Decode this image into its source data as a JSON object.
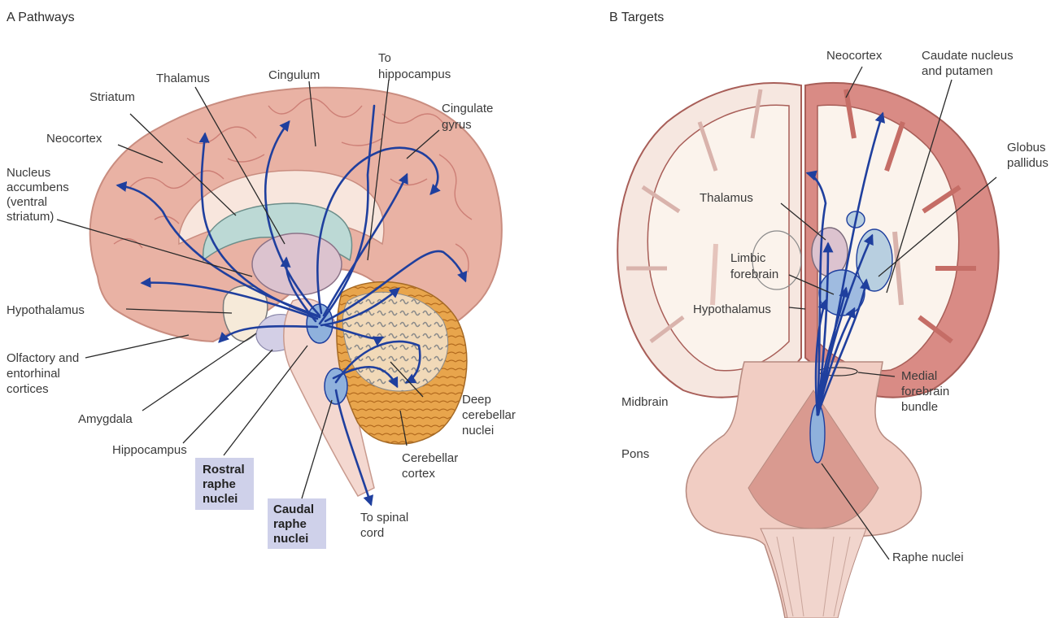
{
  "panel_a": {
    "title": "A  Pathways",
    "labels": {
      "thalamus": "Thalamus",
      "cingulum": "Cingulum",
      "to_hippocampus_1": "To",
      "to_hippocampus_2": "hippocampus",
      "striatum": "Striatum",
      "cingulate_1": "Cingulate",
      "cingulate_2": "gyrus",
      "neocortex": "Neocortex",
      "accumbens_1": "Nucleus",
      "accumbens_2": "accumbens",
      "accumbens_3": "(ventral",
      "accumbens_4": "striatum)",
      "hypothalamus": "Hypothalamus",
      "olfactory_1": "Olfactory and",
      "olfactory_2": "entorhinal",
      "olfactory_3": "cortices",
      "amygdala": "Amygdala",
      "hippocampus": "Hippocampus",
      "deep_cb_1": "Deep",
      "deep_cb_2": "cerebellar",
      "deep_cb_3": "nuclei",
      "cb_cortex_1": "Cerebellar",
      "cb_cortex_2": "cortex",
      "spinal_1": "To spinal",
      "spinal_2": "cord"
    },
    "rostral_box": [
      "Rostral",
      "raphe",
      "nuclei"
    ],
    "caudal_box": [
      "Caudal",
      "raphe",
      "nuclei"
    ]
  },
  "panel_b": {
    "title": "B  Targets",
    "labels": {
      "neocortex": "Neocortex",
      "caudate_1": "Caudate nucleus",
      "caudate_2": "and putamen",
      "globus_1": "Globus",
      "globus_2": "pallidus",
      "thalamus": "Thalamus",
      "limbic_1": "Limbic",
      "limbic_2": "forebrain",
      "hypothalamus": "Hypothalamus",
      "mfb_1": "Medial",
      "mfb_2": "forebrain",
      "mfb_3": "bundle",
      "midbrain": "Midbrain",
      "pons": "Pons",
      "raphe": "Raphe nuclei"
    }
  },
  "colors": {
    "fiber": "#1f3f9e",
    "cortex": "#eab3a5",
    "cerebellum": "#e7a24a",
    "ventricle": "#bcd9d5",
    "box": "#cfd1ea",
    "white_matter": "#fbf3ec"
  }
}
